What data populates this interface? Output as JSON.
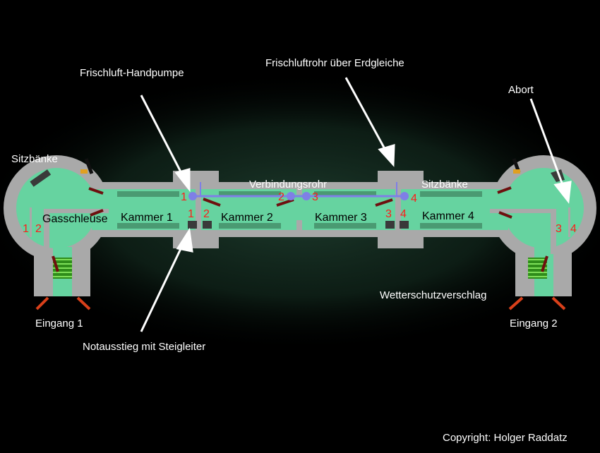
{
  "diagram": {
    "colors": {
      "background": "#000000",
      "glow": "#1d3a2c",
      "wall": "#a9a9a9",
      "interior": "#66d3a0",
      "bench": "#4a9a72",
      "door": "#6e0f0f",
      "entrance_door": "#d9401a",
      "pipe": "#7f7fe6",
      "number": "#ff1a1a",
      "label": "#ffffff",
      "stairs": "#2f8c1a"
    },
    "annotations": {
      "pump": "Frischluft-Handpumpe",
      "pipe_surface": "Frischluftrohr über Erdgleiche",
      "toilet": "Abort",
      "benches_left": "Sitzbänke",
      "benches_right": "Sitzbänke",
      "connecting_pipe": "Verbindungsrohr",
      "gas_lock": "Gasschleuse",
      "emergency_exit": "Notausstieg mit Steigleiter",
      "weather_shelter": "Wetterschutzverschlag",
      "entrance_1": "Eingang 1",
      "entrance_2": "Eingang 2"
    },
    "chambers": [
      "Kammer 1",
      "Kammer 2",
      "Kammer 3",
      "Kammer 4"
    ],
    "numbers": {
      "left_lock": [
        "1",
        "2"
      ],
      "right_lock": [
        "3",
        "4"
      ],
      "pipe_valves": [
        "1",
        "2",
        "3",
        "4"
      ],
      "exits_left": [
        "1",
        "2"
      ],
      "exits_right": [
        "3",
        "4"
      ]
    },
    "copyright": "Copyright: Holger Raddatz"
  }
}
